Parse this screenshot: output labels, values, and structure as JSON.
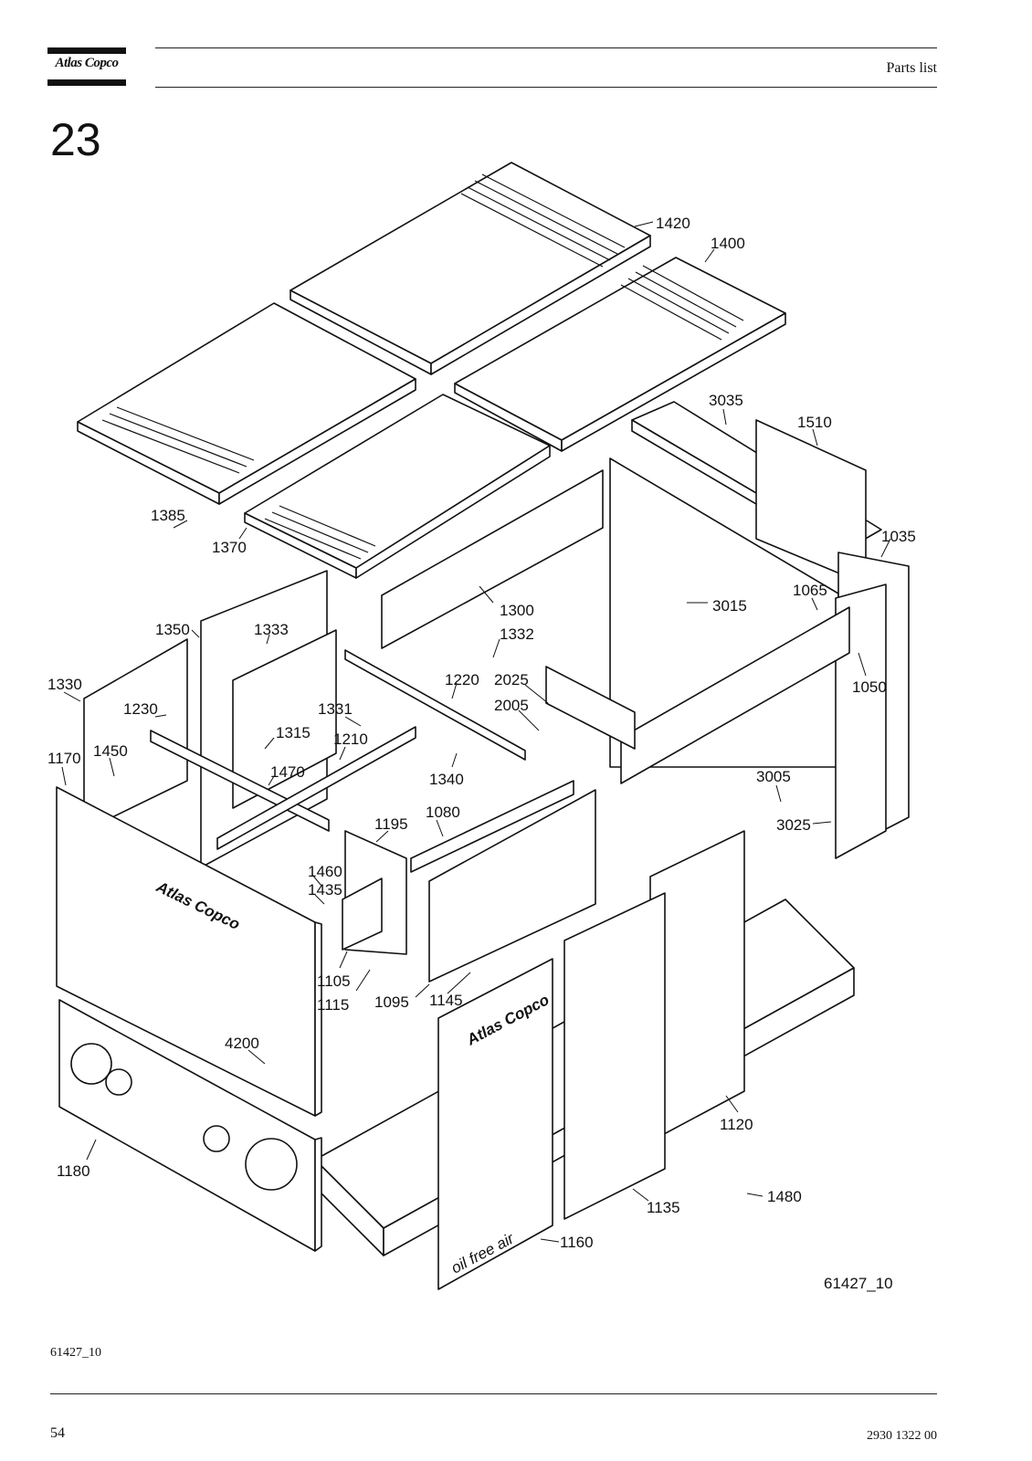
{
  "header": {
    "logo_text": "Atlas Copco",
    "title": "Parts list"
  },
  "section_number": "23",
  "drawing": {
    "code": "61427_10",
    "panel_texts": {
      "logo": "Atlas Copco",
      "slogan": "oil free air"
    },
    "callouts": [
      {
        "label": "1420"
      },
      {
        "label": "1400"
      },
      {
        "label": "3035"
      },
      {
        "label": "1510"
      },
      {
        "label": "1385"
      },
      {
        "label": "1370"
      },
      {
        "label": "1035"
      },
      {
        "label": "1065"
      },
      {
        "label": "1300"
      },
      {
        "label": "3015"
      },
      {
        "label": "1350"
      },
      {
        "label": "1333"
      },
      {
        "label": "1332"
      },
      {
        "label": "1330"
      },
      {
        "label": "1220"
      },
      {
        "label": "2025"
      },
      {
        "label": "1050"
      },
      {
        "label": "1230"
      },
      {
        "label": "1331"
      },
      {
        "label": "2005"
      },
      {
        "label": "1315"
      },
      {
        "label": "1210"
      },
      {
        "label": "1170"
      },
      {
        "label": "1450"
      },
      {
        "label": "1470"
      },
      {
        "label": "1340"
      },
      {
        "label": "3005"
      },
      {
        "label": "1080"
      },
      {
        "label": "1195"
      },
      {
        "label": "3025"
      },
      {
        "label": "1460"
      },
      {
        "label": "1435"
      },
      {
        "label": "1105"
      },
      {
        "label": "1115"
      },
      {
        "label": "1095"
      },
      {
        "label": "1145"
      },
      {
        "label": "4200"
      },
      {
        "label": "1120"
      },
      {
        "label": "1180"
      },
      {
        "label": "1480"
      },
      {
        "label": "1135"
      },
      {
        "label": "1160"
      }
    ]
  },
  "figure_reference": "61427_10",
  "footer": {
    "page_number": "54",
    "document_number": "2930 1322 00"
  }
}
